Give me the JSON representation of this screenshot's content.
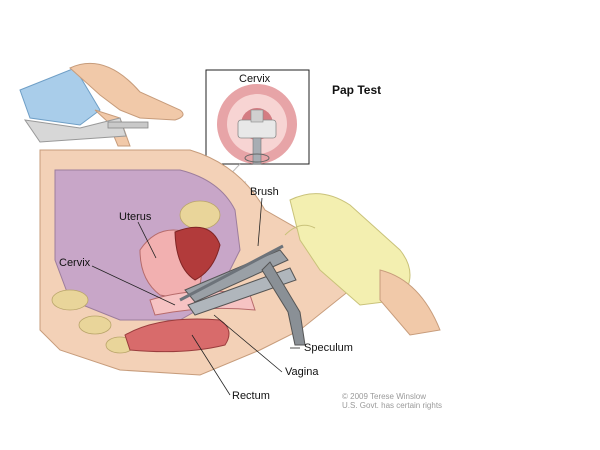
{
  "title": "Pap Test",
  "inset_title": "Cervix",
  "labels": {
    "brush": "Brush",
    "uterus": "Uterus",
    "cervix": "Cervix",
    "speculum": "Speculum",
    "vagina": "Vagina",
    "rectum": "Rectum"
  },
  "credit": {
    "line1": "© 2009 Terese Winslow",
    "line2": "U.S. Govt. has certain rights"
  },
  "colors": {
    "skin": "#f1c9a9",
    "tissue_pink": "#e8a6a6",
    "tissue_dark": "#b23b3b",
    "bone": "#e9d59a",
    "cavity": "#c9a6c9",
    "glove": "#f3efb0",
    "gown": "#a9cdea",
    "metal": "#9aa0a6"
  }
}
